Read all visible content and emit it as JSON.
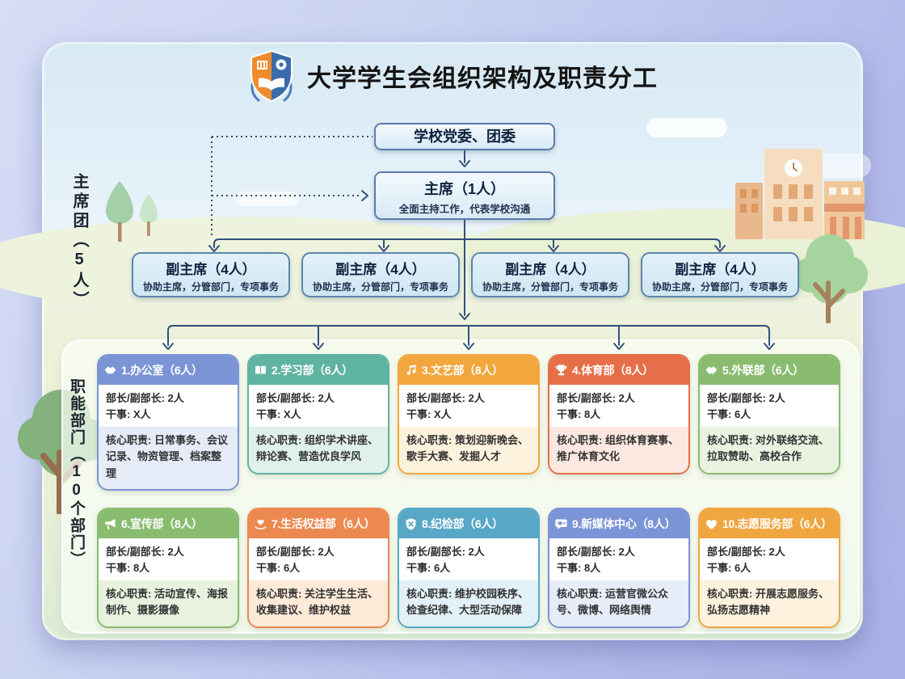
{
  "header": {
    "title": "大学学生会组织架构及职责分工",
    "logo": "school-badge-icon"
  },
  "sections": {
    "presidium_label": "主席团（5人）",
    "departments_label": "职能部门（10个部门）"
  },
  "org": {
    "party_committee": {
      "title": "学校党委、团委"
    },
    "chairman": {
      "title": "主席（1人）",
      "desc": "全面主持工作，代表学校沟通"
    },
    "vice_chairmen": [
      {
        "title": "副主席（4人）",
        "desc": "协助主席，分管部门，专项事务"
      },
      {
        "title": "副主席（4人）",
        "desc": "协助主席，分管部门，专项事务"
      },
      {
        "title": "副主席（4人）",
        "desc": "协助主席，分管部门，专项事务"
      },
      {
        "title": "副主席（4人）",
        "desc": "协助主席，分管部门，专项事务"
      }
    ]
  },
  "departments": [
    {
      "name": "1.办公室（6人）",
      "icon": "handshake-icon",
      "color": "#7b94d6",
      "tint": "#e6ebf8",
      "leaders": "部长/副部长: 2人",
      "staff": "干事: X人",
      "duty": "核心职责: 日常事务、会议记录、物资管理、档案整理"
    },
    {
      "name": "2.学习部（6人）",
      "icon": "book-icon",
      "color": "#5fb3a1",
      "tint": "#e0f1ec",
      "leaders": "部长/副部长: 2人",
      "staff": "干事: X人",
      "duty": "核心职责: 组织学术讲座、辩论赛、营造优良学风"
    },
    {
      "name": "3.文艺部（8人）",
      "icon": "music-icon",
      "color": "#f2a73e",
      "tint": "#fdf2dd",
      "leaders": "部长/副部长: 2人",
      "staff": "干事: X人",
      "duty": "核心职责: 策划迎新晚会、歌手大赛、发掘人才"
    },
    {
      "name": "4.体育部（8人）",
      "icon": "trophy-icon",
      "color": "#e66f49",
      "tint": "#fce8e0",
      "leaders": "部长/副部长: 2人",
      "staff": "干事: 8人",
      "duty": "核心职责: 组织体育赛事、推广体育文化"
    },
    {
      "name": "5.外联部（6人）",
      "icon": "handshake-icon",
      "color": "#8abc70",
      "tint": "#eaf3e0",
      "leaders": "部长/副部长: 2人",
      "staff": "干事: 6人",
      "duty": "核心职责: 对外联络交流、拉取赞助、高校合作"
    },
    {
      "name": "6.宣传部（8人）",
      "icon": "megaphone-icon",
      "color": "#8abc70",
      "tint": "#e9f2df",
      "leaders": "部长/副部长: 2人",
      "staff": "干事: 8人",
      "duty": "核心职责: 活动宣传、海报制作、摄影摄像"
    },
    {
      "name": "7.生活权益部（6人）",
      "icon": "hands-heart-icon",
      "color": "#ec8950",
      "tint": "#fdead9",
      "leaders": "部长/副部长: 2人",
      "staff": "干事: 6人",
      "duty": "核心职责: 关注学生生活、收集建议、维护权益"
    },
    {
      "name": "8.纪检部（6人）",
      "icon": "shield-x-icon",
      "color": "#57a8c6",
      "tint": "#e2f1f7",
      "leaders": "部长/副部长: 2人",
      "staff": "干事: 6人",
      "duty": "核心职责: 维护校园秩序、检查纪律、大型活动保障"
    },
    {
      "name": "9.新媒体中心（8人）",
      "icon": "chat-icon",
      "color": "#7b94d6",
      "tint": "#e7ecf9",
      "leaders": "部长/副部长: 2人",
      "staff": "干事: 8人",
      "duty": "核心职责: 运营官微公众号、微博、网络舆情"
    },
    {
      "name": "10.志愿服务部（6人）",
      "icon": "heart-icon",
      "color": "#f0a640",
      "tint": "#fdf2de",
      "leaders": "部长/副部长: 2人",
      "staff": "干事: 6人",
      "duty": "核心职责: 开展志愿服务、弘扬志愿精神"
    }
  ],
  "theme": {
    "line_color": "#33507c",
    "box_border": "#597ca8",
    "panel_green": "#eef2da",
    "panel_blue": "#d7e9f3",
    "outer_bg": "#aab1e8"
  }
}
